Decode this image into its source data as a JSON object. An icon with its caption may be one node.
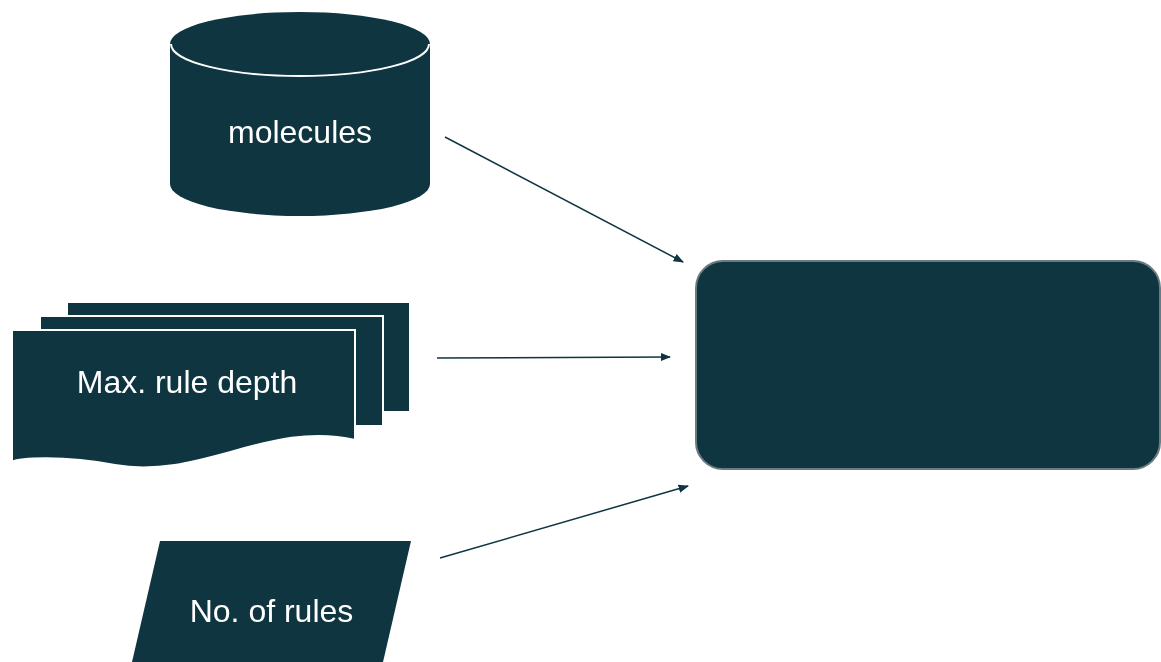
{
  "diagram": {
    "nodes": [
      {
        "text": [
          "molecules"
        ]
      },
      {
        "text": [
          "Max. rule depth"
        ]
      },
      {
        "text": [
          "No. of rules"
        ]
      },
      {
        "text": [],
        "shape": "box"
      }
    ],
    "edges": [
      {
        "from": 0,
        "to": 3,
        "arrow": "to"
      },
      {
        "from": 1,
        "to": 3,
        "arrow": "to"
      },
      {
        "from": 2,
        "to": 3,
        "arrow": "to"
      }
    ]
  }
}
